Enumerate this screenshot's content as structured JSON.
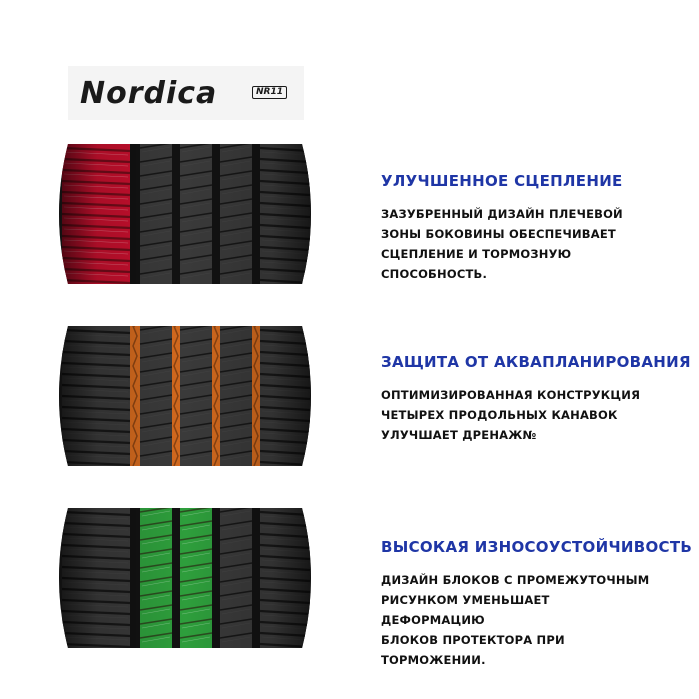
{
  "brand": {
    "logo_text": "Nordica",
    "model_badge": "NR11"
  },
  "colors": {
    "title": "#1f36a6",
    "text": "#111111",
    "highlight_grip": "#c8102e",
    "highlight_drain": "#d2691e",
    "highlight_wear": "#2e9e3c"
  },
  "features": [
    {
      "title": "УЛУЧШЕННОЕ СЦЕПЛЕНИЕ",
      "lines": [
        "ЗАЗУБРЕННЫЙ ДИЗАЙН ПЛЕЧЕВОЙ",
        "ЗОНЫ БОКОВИНЫ ОБЕСПЕЧИВАЕТ",
        "СЦЕПЛЕНИЕ И ТОРМОЗНУЮ",
        "СПОСОБНОСТЬ."
      ]
    },
    {
      "title": "ЗАЩИТА ОТ АКВАПЛАНИРОВАНИЯ",
      "lines": [
        "ОПТИМИЗИРОВАННАЯ КОНСТРУКЦИЯ",
        "ЧЕТЫРЕХ ПРОДОЛЬНЫХ КАНАВОК",
        "УЛУЧШАЕТ ДРЕНАЖ№"
      ]
    },
    {
      "title": "ВЫСОКАЯ ИЗНОСОУСТОЙЧИВОСТЬ",
      "lines": [
        "ДИЗАЙН БЛОКОВ С ПРОМЕЖУТОЧНЫМ",
        "РИСУНКОМ УМЕНЬШАЕТ ДЕФОРМАЦИЮ",
        "БЛОКОВ ПРОТЕКТОРА ПРИ ТОРМОЖЕНИИ."
      ]
    }
  ],
  "tires": [
    {
      "highlight": "shoulder",
      "color_key": "highlight_grip"
    },
    {
      "highlight": "grooves",
      "color_key": "highlight_drain"
    },
    {
      "highlight": "center-blocks",
      "color_key": "highlight_wear"
    }
  ]
}
